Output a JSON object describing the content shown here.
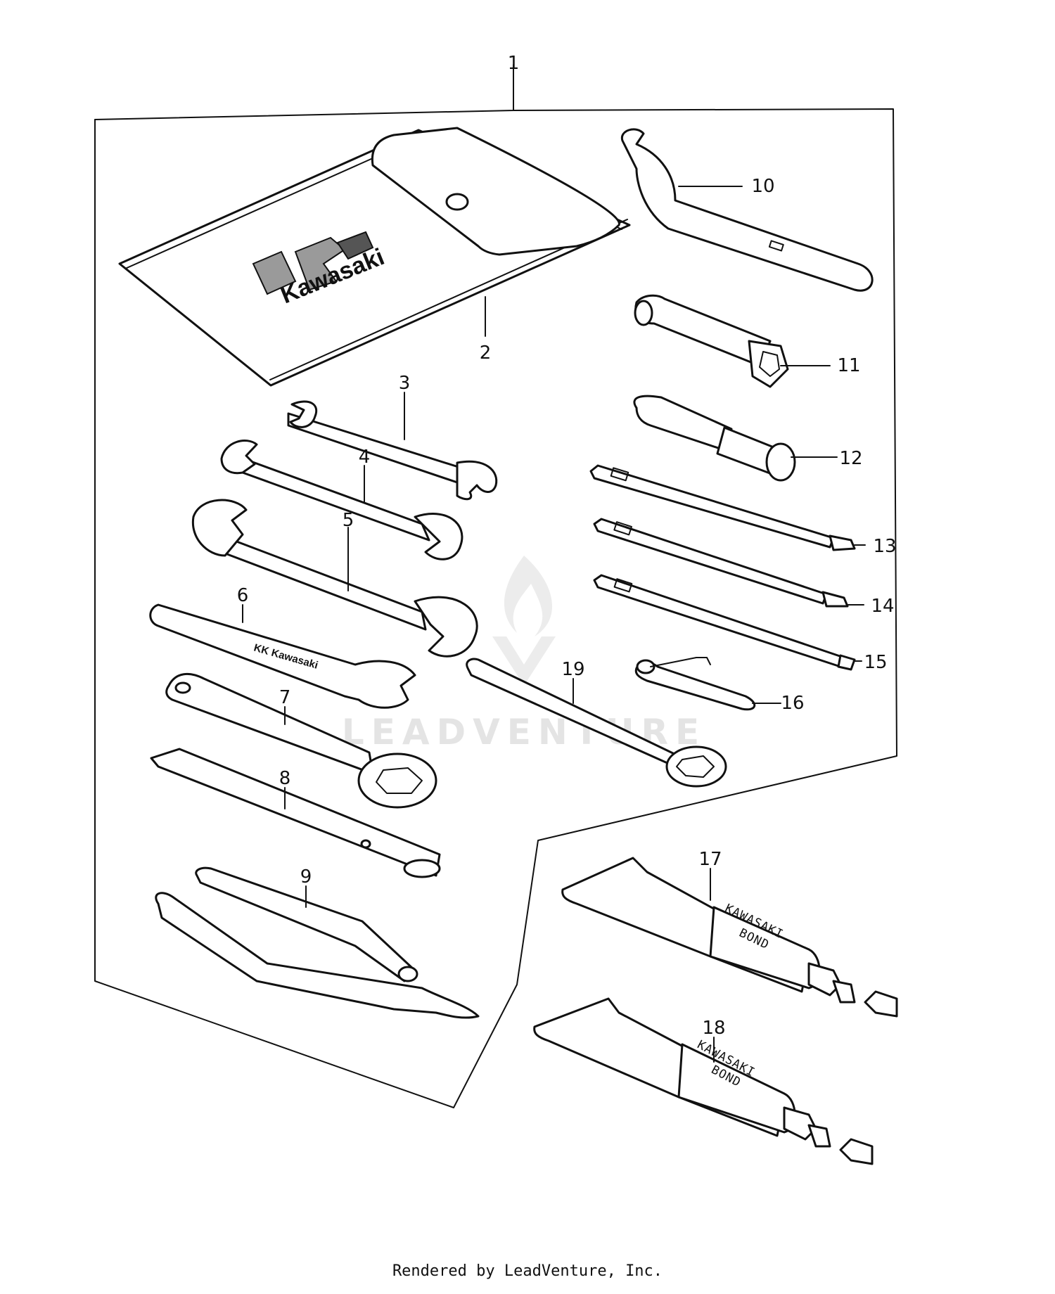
{
  "diagram": {
    "callouts": [
      "1",
      "2",
      "3",
      "4",
      "5",
      "6",
      "7",
      "8",
      "9",
      "10",
      "11",
      "12",
      "13",
      "14",
      "15",
      "16",
      "17",
      "18",
      "19"
    ],
    "pouch_logo": "Kawasaki",
    "tube_labels": {
      "tube_17": [
        "KAWASAKI",
        "BOND"
      ],
      "tube_18": [
        "KAWASAKI",
        "BOND"
      ]
    },
    "wrench_6_imprint": "KK Kawasaki",
    "watermark": "LEADVENTURE"
  },
  "footer": {
    "text": "Rendered by LeadVenture, Inc."
  }
}
